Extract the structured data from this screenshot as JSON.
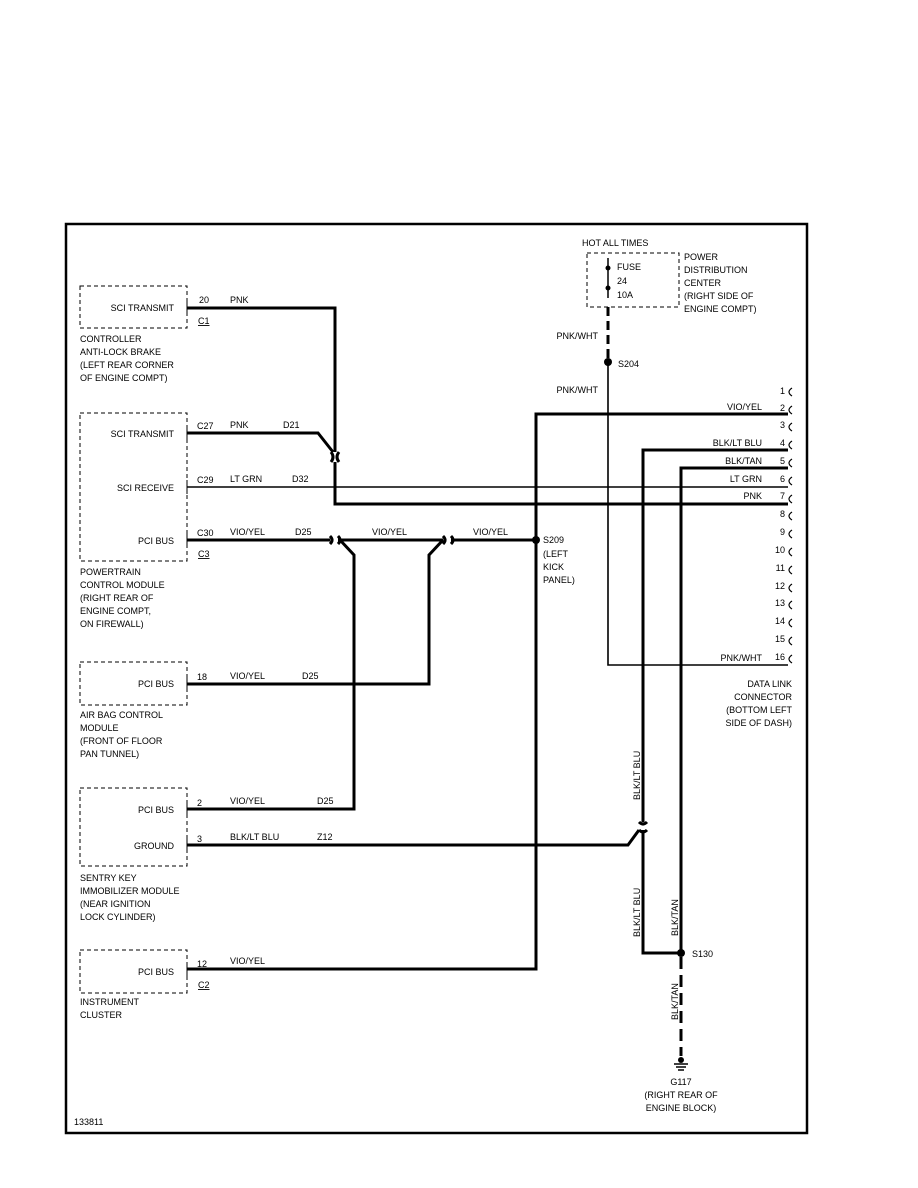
{
  "diagram_id": "133811",
  "modules": {
    "abs": {
      "pin_label": "SCI TRANSMIT",
      "pin": "20",
      "connector": "C1",
      "name_lines": [
        "CONTROLLER",
        "ANTI-LOCK BRAKE",
        "(LEFT REAR CORNER",
        "OF ENGINE COMPT)"
      ]
    },
    "pcm": {
      "pins": [
        {
          "label": "SCI TRANSMIT",
          "pin": "C27"
        },
        {
          "label": "SCI RECEIVE",
          "pin": "C29"
        },
        {
          "label": "PCI BUS",
          "pin": "C30"
        }
      ],
      "connector": "C3",
      "name_lines": [
        "POWERTRAIN",
        "CONTROL MODULE",
        "(RIGHT REAR OF",
        "ENGINE COMPT,",
        "ON FIREWALL)"
      ]
    },
    "airbag": {
      "pin_label": "PCI BUS",
      "pin": "18",
      "name_lines": [
        "AIR BAG CONTROL",
        "MODULE",
        "(FRONT OF FLOOR",
        "PAN TUNNEL)"
      ]
    },
    "skim": {
      "pins": [
        {
          "label": "PCI BUS",
          "pin": "2"
        },
        {
          "label": "GROUND",
          "pin": "3"
        }
      ],
      "name_lines": [
        "SENTRY KEY",
        "IMMOBILIZER MODULE",
        "(NEAR IGNITION",
        "LOCK CYLINDER)"
      ]
    },
    "cluster": {
      "pin_label": "PCI BUS",
      "pin": "12",
      "connector": "C2",
      "name_lines": [
        "INSTRUMENT",
        "CLUSTER"
      ]
    },
    "pdc": {
      "title": "HOT ALL TIMES",
      "fuse_label": "FUSE",
      "fuse_num": "24",
      "fuse_amp": "10A",
      "name_lines": [
        "POWER",
        "DISTRIBUTION",
        "CENTER",
        "(RIGHT SIDE OF",
        "ENGINE COMPT)"
      ]
    },
    "dlc": {
      "name_lines": [
        "DATA LINK",
        "CONNECTOR",
        "(BOTTOM LEFT",
        "SIDE OF DASH)"
      ],
      "pins": [
        "1",
        "2",
        "3",
        "4",
        "5",
        "6",
        "7",
        "8",
        "9",
        "10",
        "11",
        "12",
        "13",
        "14",
        "15",
        "16"
      ],
      "pin_wires": {
        "2": "VIO/YEL",
        "4": "BLK/LT BLU",
        "5": "BLK/TAN",
        "6": "LT GRN",
        "7": "PNK",
        "16": "PNK/WHT"
      }
    },
    "ground": {
      "id": "G117",
      "name_lines": [
        "(RIGHT REAR OF",
        "ENGINE BLOCK)"
      ]
    }
  },
  "wires": {
    "abs_color": "PNK",
    "pcm_tx_color": "PNK",
    "pcm_tx_circuit": "D21",
    "pcm_rx_color": "LT GRN",
    "pcm_rx_circuit": "D32",
    "pcm_pci_color": "VIO/YEL",
    "pcm_pci_circuit": "D25",
    "pci_mid1": "VIO/YEL",
    "pci_mid2": "VIO/YEL",
    "airbag_color": "VIO/YEL",
    "airbag_circuit": "D25",
    "skim_pci_color": "VIO/YEL",
    "skim_pci_circuit": "D25",
    "skim_gnd_color": "BLK/LT BLU",
    "skim_gnd_circuit": "Z12",
    "cluster_color": "VIO/YEL",
    "fuse_out_1": "PNK/WHT",
    "fuse_out_2": "PNK/WHT",
    "vert_blu_1": "BLK/LT BLU",
    "vert_blu_2": "BLK/LT BLU",
    "vert_tan_1": "BLK/TAN",
    "vert_tan_2": "BLK/TAN"
  },
  "splices": {
    "s204": "S204",
    "s209": "S209",
    "s209_note_lines": [
      "(LEFT",
      "KICK",
      "PANEL)"
    ],
    "s130": "S130"
  }
}
